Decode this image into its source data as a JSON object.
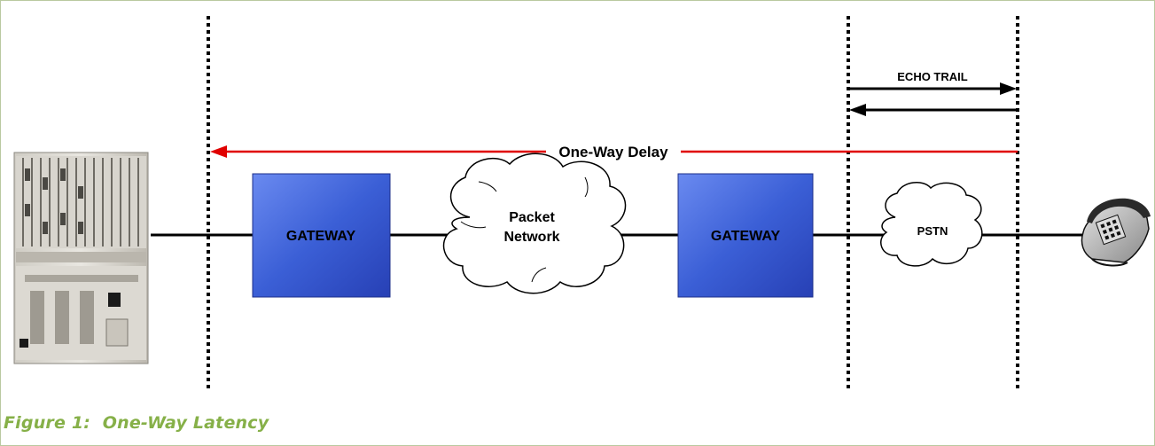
{
  "diagram": {
    "gateway_left_label": "GATEWAY",
    "gateway_right_label": "GATEWAY",
    "packet_network_label_line1": "Packet",
    "packet_network_label_line2": "Network",
    "pstn_label": "PSTN",
    "one_way_delay_label": "One-Way Delay",
    "echo_trail_label": "ECHO TRAIL"
  },
  "caption": "Figure 1:  One-Way Latency",
  "colors": {
    "gateway_fill": "#3b5fd6",
    "delay_arrow": "#e00000",
    "caption": "#86b048",
    "border": "#b9c9a0"
  },
  "icons": {
    "pbx": "pbx-equipment-icon",
    "telephone": "telephone-icon"
  }
}
